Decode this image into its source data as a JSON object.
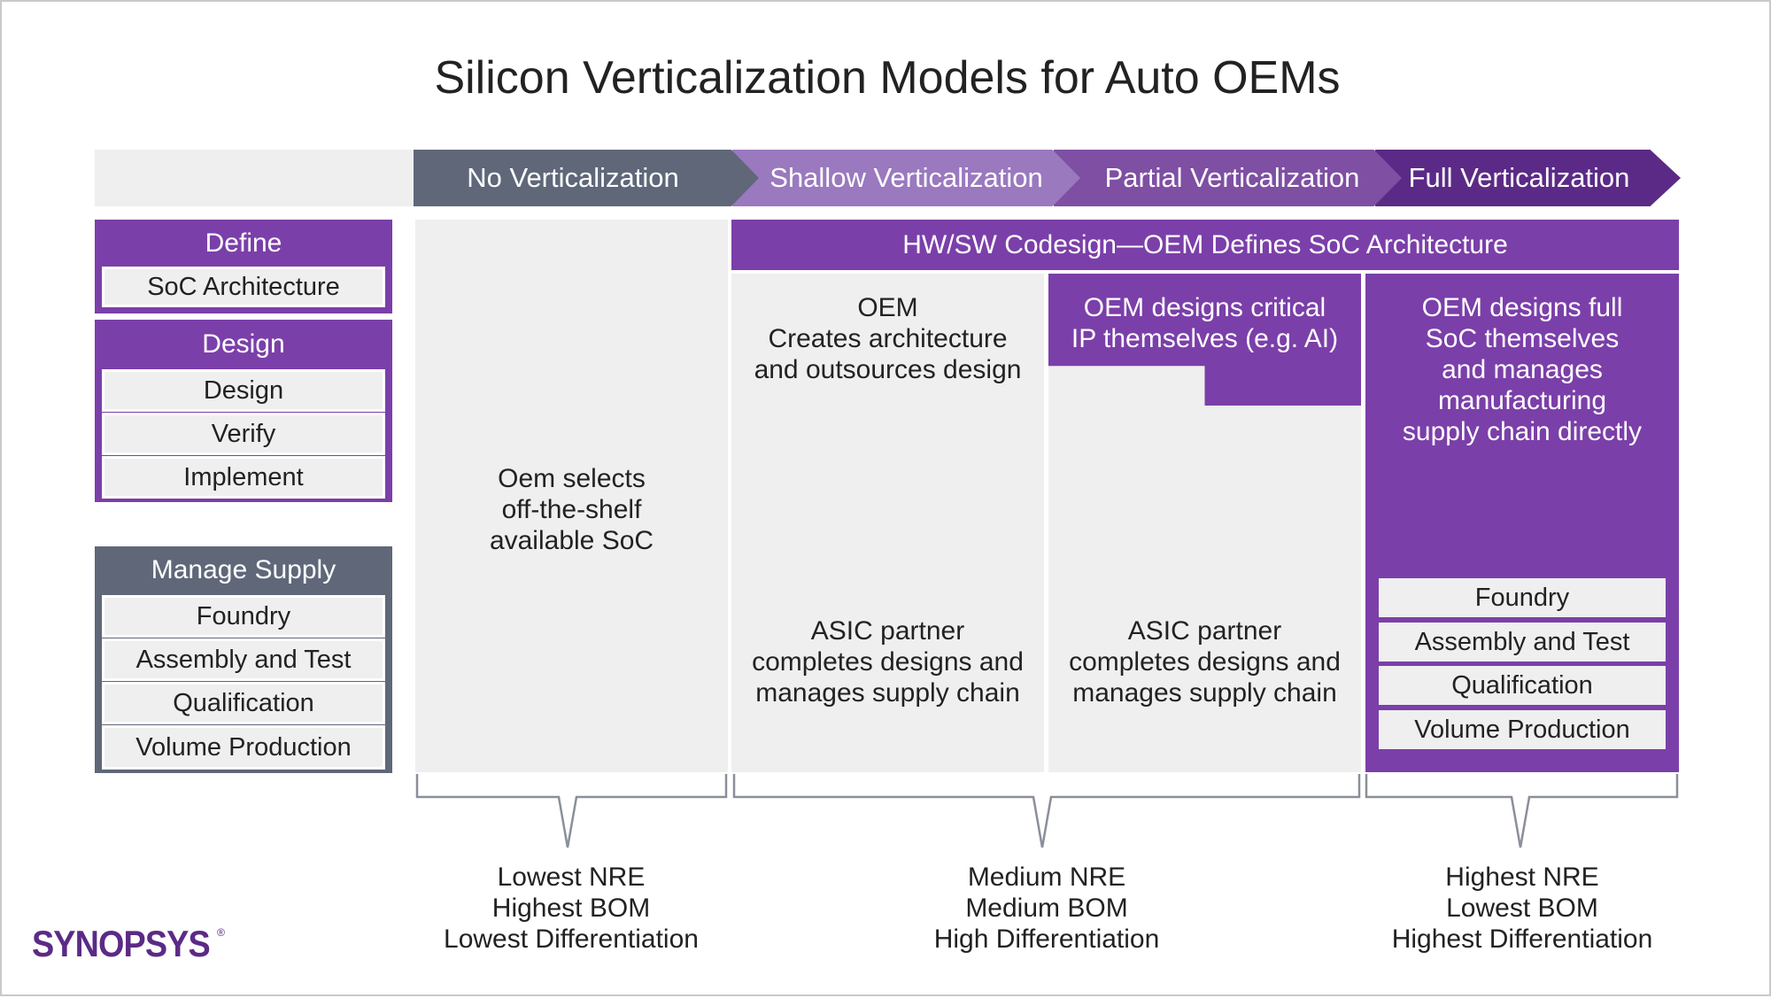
{
  "title": "Silicon Verticalization Models for Auto OEMs",
  "colors": {
    "purple": "#7b3fa9",
    "dark_purple": "#5b2a86",
    "mid_purple": "#7e4fa3",
    "light_purple": "#9a79bf",
    "slate": "#5f6779",
    "light_gray": "#efefef"
  },
  "stages": [
    {
      "label": "No Verticalization",
      "color": "#5f6779"
    },
    {
      "label": "Shallow Verticalization",
      "color": "#9a79bf"
    },
    {
      "label": "Partial Verticalization",
      "color": "#7e4fa3"
    },
    {
      "label": "Full Verticalization",
      "color": "#5b2a86"
    }
  ],
  "left_panels": {
    "define": {
      "header": "Define",
      "items": [
        "SoC Architecture"
      ]
    },
    "design": {
      "header": "Design",
      "items": [
        "Design",
        "Verify",
        "Implement"
      ]
    },
    "manage_supply": {
      "header": "Manage Supply",
      "items": [
        "Foundry",
        "Assembly and Test",
        "Qualification",
        "Volume Production"
      ]
    }
  },
  "codesign_banner": "HW/SW Codesign—OEM Defines SoC Architecture",
  "columns": {
    "no_vert": {
      "text": "Oem selects\noff-the-shelf\navailable SoC"
    },
    "shallow": {
      "top": "OEM\nCreates architecture\nand outsources design",
      "bottom": "ASIC partner\ncompletes designs and\nmanages supply chain"
    },
    "partial": {
      "top": "OEM designs critical\nIP themselves (e.g. AI)",
      "bottom": "ASIC partner\ncompletes designs and\nmanages supply chain"
    },
    "full": {
      "top": "OEM designs full\nSoC themselves\nand manages\nmanufacturing\nsupply chain directly",
      "items": [
        "Foundry",
        "Assembly and Test",
        "Qualification",
        "Volume Production"
      ]
    }
  },
  "summaries": [
    "Lowest NRE\nHighest BOM\nLowest Differentiation",
    "Medium NRE\nMedium BOM\nHigh Differentiation",
    "Highest NRE\nLowest BOM\nHighest Differentiation"
  ],
  "logo": "SYNOPSYS"
}
